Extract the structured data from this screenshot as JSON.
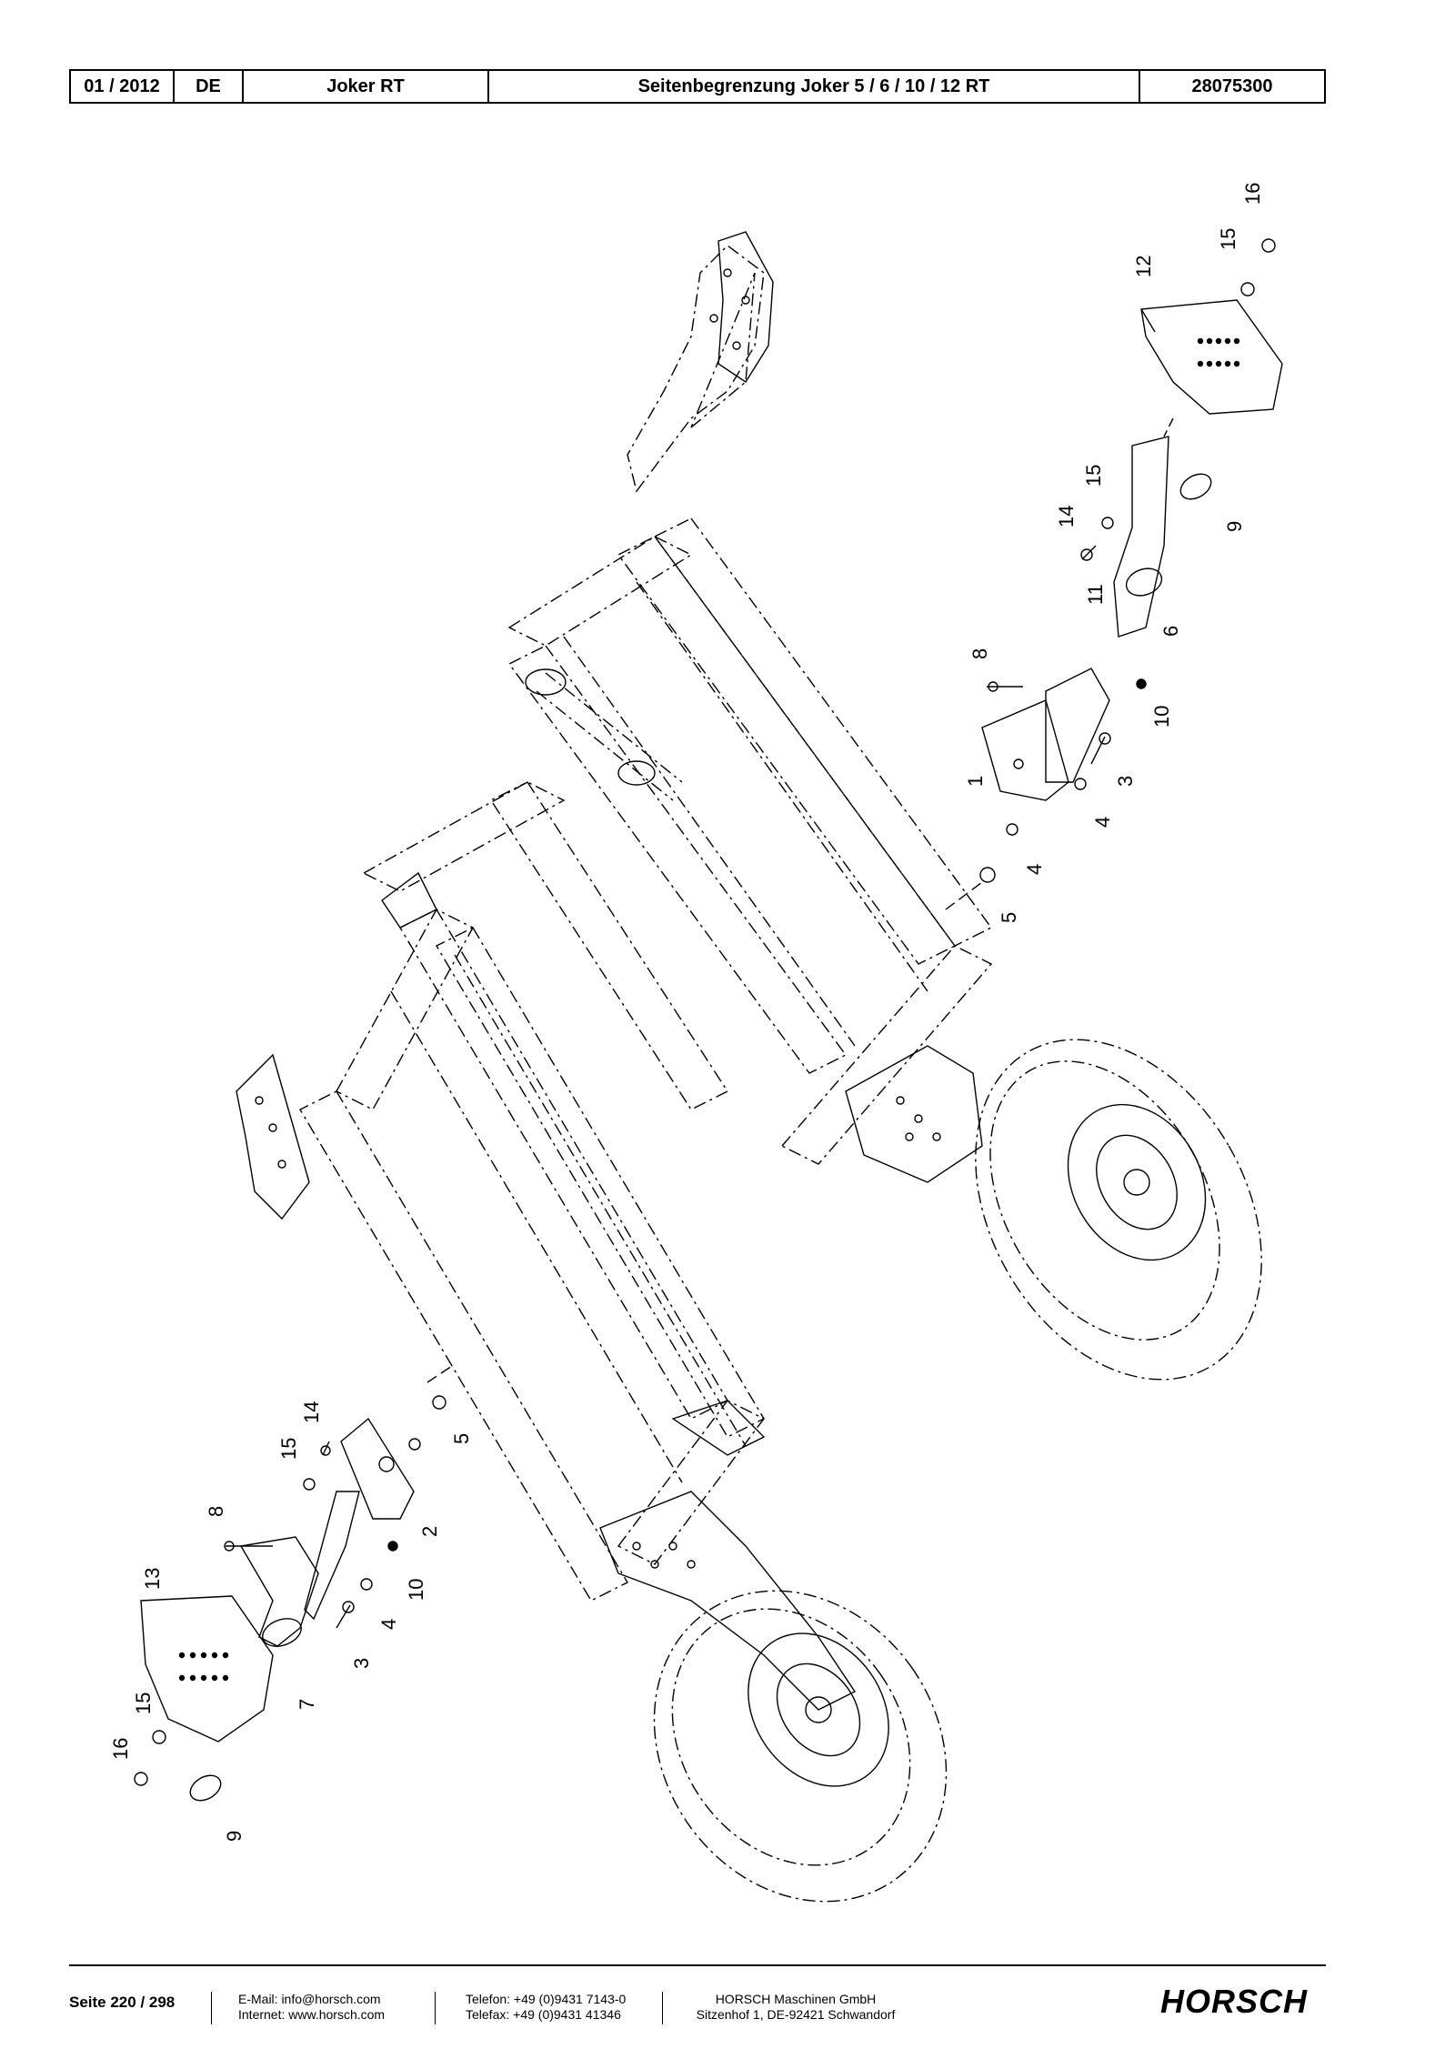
{
  "header": {
    "date": "01 / 2012",
    "lang": "DE",
    "model": "Joker RT",
    "title": "Seitenbegrenzung Joker 5 / 6 / 10 / 12 RT",
    "number": "28075300"
  },
  "callouts": {
    "c16a": "16",
    "c15a": "15",
    "c12": "12",
    "c15b": "15",
    "c9a": "9",
    "c14a": "14",
    "c11": "11",
    "c6": "6",
    "c8a": "8",
    "c10a": "10",
    "c1": "1",
    "c3a": "3",
    "c4a": "4",
    "c4b": "4",
    "c5a": "5",
    "c14b": "14",
    "c15c": "15",
    "c5b": "5",
    "c8b": "8",
    "c2": "2",
    "c13": "13",
    "c10b": "10",
    "c4c": "4",
    "c3b": "3",
    "c7": "7",
    "c15d": "15",
    "c16b": "16",
    "c9b": "9"
  },
  "footer": {
    "page": "Seite 220 / 298",
    "email": "E-Mail: info@horsch.com",
    "internet": "Internet: www.horsch.com",
    "phone": "Telefon: +49 (0)9431 7143-0",
    "fax": "Telefax: +49 (0)9431 41346",
    "company": "HORSCH Maschinen GmbH",
    "address": "Sitzenhof 1, DE-92421 Schwandorf",
    "brand": "HORSCH"
  }
}
